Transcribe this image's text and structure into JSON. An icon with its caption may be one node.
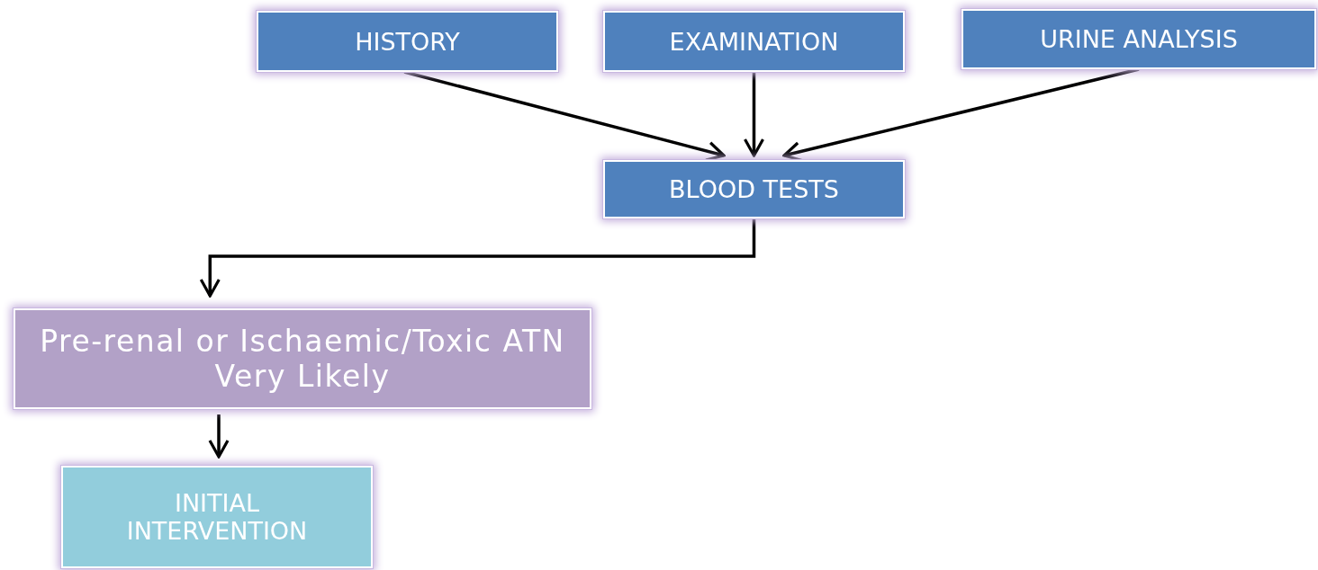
{
  "diagram": {
    "nodes": [
      {
        "text": [
          "HISTORY"
        ]
      },
      {
        "text": [
          "EXAMINATION"
        ]
      },
      {
        "text": [
          "URINE ANALYSIS"
        ]
      },
      {
        "text": [
          "BLOOD TESTS"
        ]
      },
      {
        "text": [
          "Pre-renal or Ischaemic/Toxic ATN Very Likely"
        ]
      },
      {
        "text": [
          "INITIAL INTERVENTION"
        ]
      }
    ],
    "edges": [
      {
        "from": 0,
        "to": 3,
        "arrow": "to"
      },
      {
        "from": 1,
        "to": 3,
        "arrow": "to"
      },
      {
        "from": 2,
        "to": 3,
        "arrow": "to"
      },
      {
        "from": 3,
        "to": 4,
        "arrow": "to"
      },
      {
        "from": 4,
        "to": 5,
        "arrow": "to"
      }
    ]
  }
}
